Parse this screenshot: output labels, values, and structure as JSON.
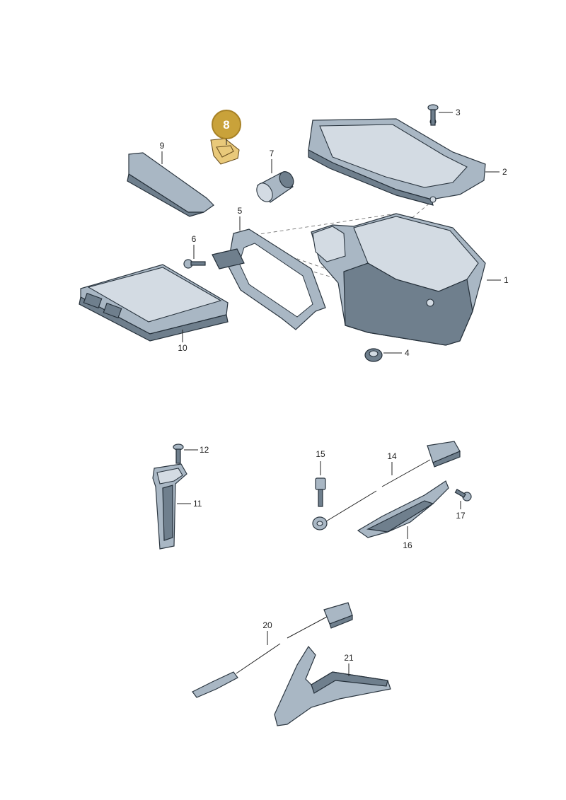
{
  "highlight": {
    "number": "8",
    "color": "#c9a23a"
  },
  "callouts": [
    "1",
    "2",
    "3",
    "4",
    "5",
    "6",
    "7",
    "9",
    "10",
    "11",
    "12",
    "14",
    "15",
    "16",
    "17",
    "20",
    "21"
  ],
  "colors": {
    "part_fill": "#a9b7c4",
    "part_stroke": "#2b3640",
    "highlight": "#e9c97a"
  }
}
